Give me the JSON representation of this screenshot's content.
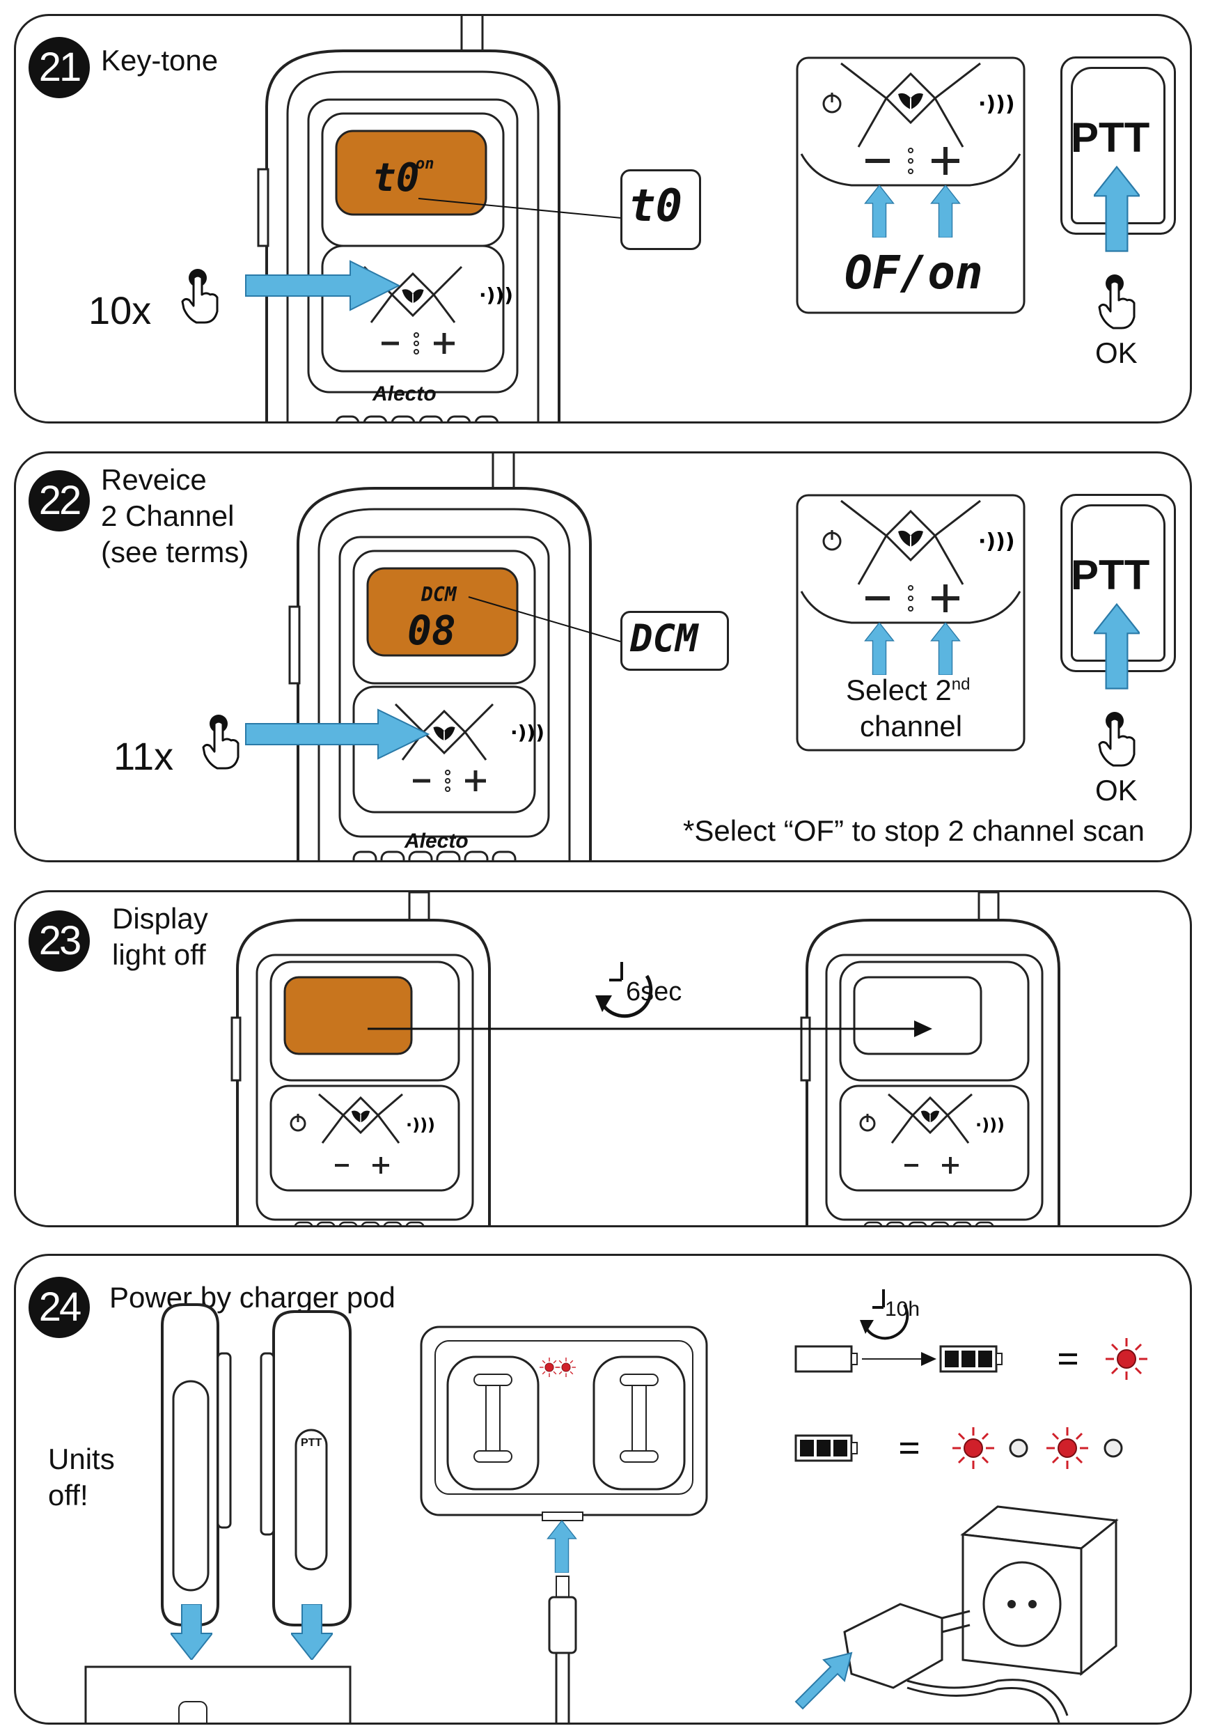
{
  "steps": [
    {
      "number": "21",
      "title": "Key-tone",
      "press_count": "10x",
      "display_text": "t0",
      "display_sup": "on",
      "callout": "t0",
      "keypad_value": "OF/on",
      "ok_label": "OK"
    },
    {
      "number": "22",
      "title": "Reveice\n2 Channel\n(see terms)",
      "press_count": "11x",
      "display_top": "DCM",
      "display_text": "08",
      "callout": "DCM",
      "keypad_value_line1": "Select 2",
      "keypad_value_sup": "nd",
      "keypad_value_line2": "channel",
      "ok_label": "OK",
      "note": "*Select “OF” to stop 2 channel scan"
    },
    {
      "number": "23",
      "title": "Display\nlight off",
      "timer_label": "6sec"
    },
    {
      "number": "24",
      "title": "Power by charger pod",
      "units_off": "Units\noff!",
      "timer_label": "10h",
      "ptt_label": "PTT"
    }
  ],
  "common": {
    "ptt_button_label": "PTT",
    "brand": "Alecto"
  },
  "colors": {
    "display_orange": "#c8751e",
    "arrow_blue": "#5bb5e0",
    "led_red": "#d0202a"
  }
}
